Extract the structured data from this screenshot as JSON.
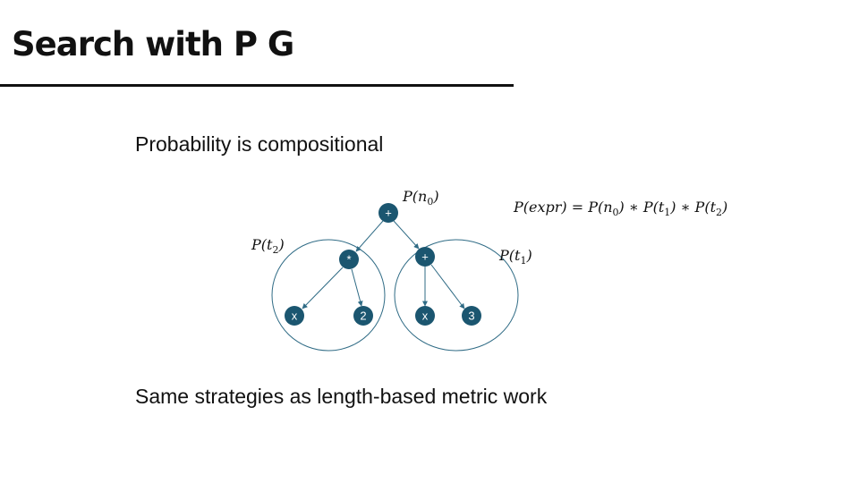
{
  "slide": {
    "title": "Search with P G",
    "bullets": [
      "Probability is compositional",
      "Same strategies as length-based  metric work"
    ]
  },
  "diagram": {
    "node_color": "#1b5670",
    "nodes": [
      "+",
      "*",
      "+",
      "x",
      "2",
      "x",
      "3"
    ],
    "labels": {
      "root": {
        "main": "P(n",
        "sub": "0",
        "end": ")"
      },
      "left": {
        "main": "P(t",
        "sub": "2",
        "end": ")"
      },
      "right": {
        "main": "P(t",
        "sub": "1",
        "end": ")"
      }
    },
    "formula": {
      "p1": "P(expr) = P(n",
      "s1": "0",
      "p2": ") ∗ P(t",
      "s2": "1",
      "p3": ") ∗ P(t",
      "s3": "2",
      "p4": ")"
    }
  }
}
